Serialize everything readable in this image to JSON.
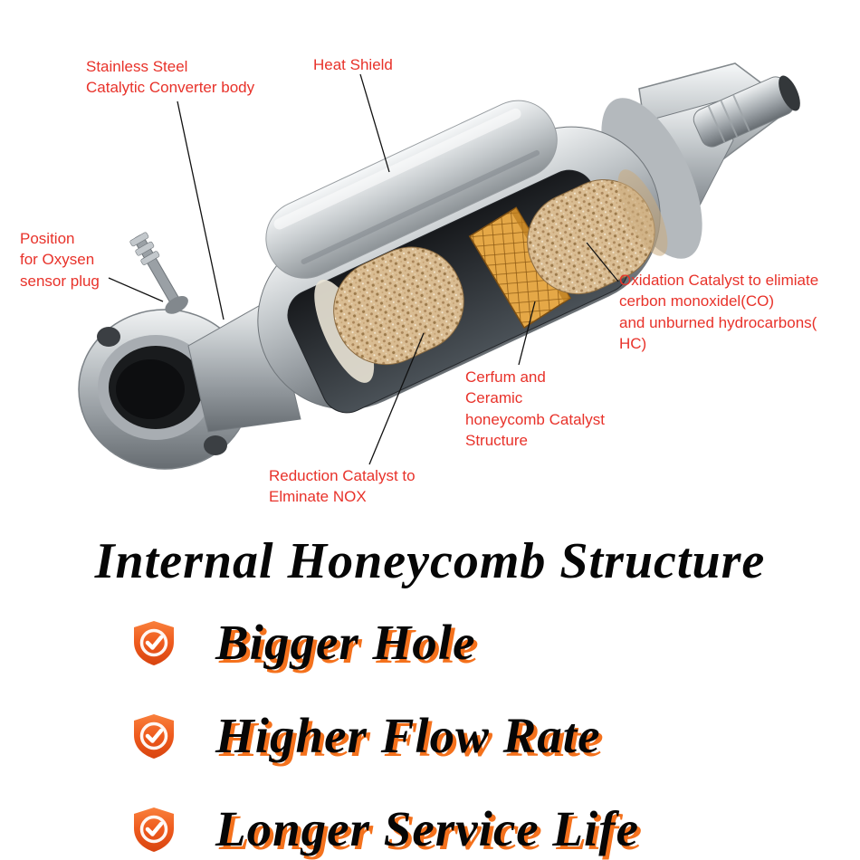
{
  "colors": {
    "label_red": "#e8322a",
    "headline_color": "#060606",
    "feature_shadow": "#f4711c",
    "shield_orange": "#ee5a1d"
  },
  "diagram": {
    "callouts": [
      {
        "id": "stainless-body",
        "text": "Stainless Steel\nCatalytic Converter body"
      },
      {
        "id": "heat-shield",
        "text": "Heat Shield"
      },
      {
        "id": "oxygen-sensor",
        "text": "Position\nfor Oxysen\nsensor plug"
      },
      {
        "id": "oxidation-catalyst",
        "text": "Oxidation Catalyst to elimiate\ncerbon monoxidel(CO)\nand unburned hydrocarbons(\nHC)"
      },
      {
        "id": "ceramic-honeycomb",
        "text": "Cerfum and\nCeramic\nhoneycomb Catalyst\nStructure"
      },
      {
        "id": "reduction-catalyst",
        "text": "Reduction Catalyst to\nElminate NOX"
      }
    ]
  },
  "headline": "Internal Honeycomb Structure",
  "features": [
    {
      "text": "Bigger Hole"
    },
    {
      "text": "Higher Flow Rate"
    },
    {
      "text": "Longer Service Life"
    }
  ]
}
